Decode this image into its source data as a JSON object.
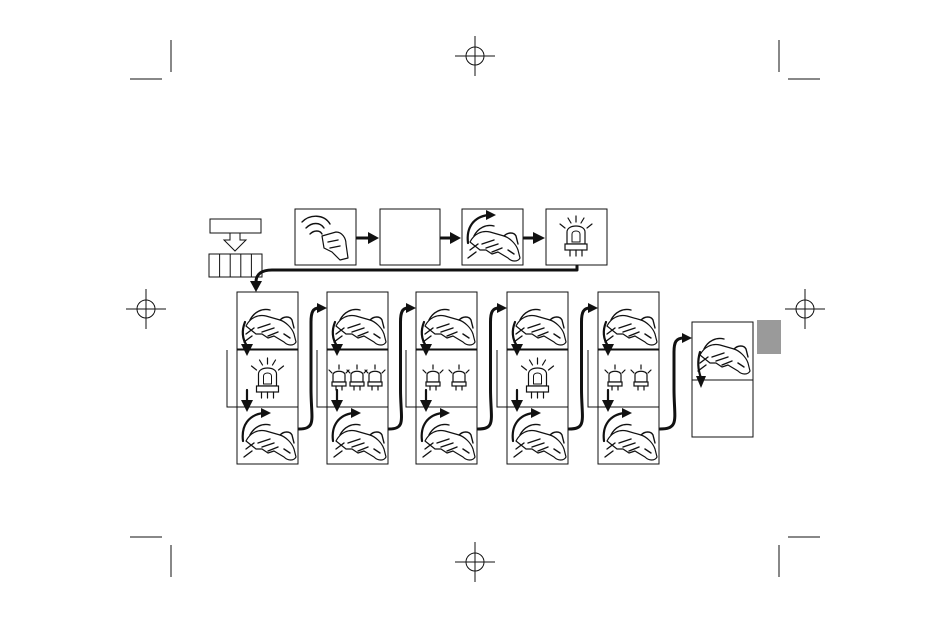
{
  "page": {
    "background": "#ffffff",
    "ink": "#111111",
    "tab_color": "#9a9a9a"
  },
  "icons": {
    "hand_remote": "remote-hand-icon",
    "hand_press": "press-button-hand-icon",
    "lamp_single": "indicator-lamp-icon",
    "lamp_double": "double-indicator-lamp-icon",
    "lamp_triple": "triple-indicator-lamp-icon"
  },
  "diagram": {
    "top_row": [
      "hand_remote",
      "blank",
      "hand_press",
      "lamp_single"
    ],
    "columns": [
      {
        "steps": [
          "hand_press",
          "lamp_single",
          "hand_press"
        ]
      },
      {
        "steps": [
          "hand_press",
          "lamp_triple",
          "hand_press"
        ]
      },
      {
        "steps": [
          "hand_press",
          "lamp_double",
          "hand_press"
        ]
      },
      {
        "steps": [
          "hand_press",
          "lamp_single",
          "hand_press"
        ]
      },
      {
        "steps": [
          "hand_press",
          "lamp_double",
          "hand_press"
        ]
      }
    ],
    "final": [
      "hand_press",
      "blank"
    ],
    "keypad_cells": 5
  }
}
